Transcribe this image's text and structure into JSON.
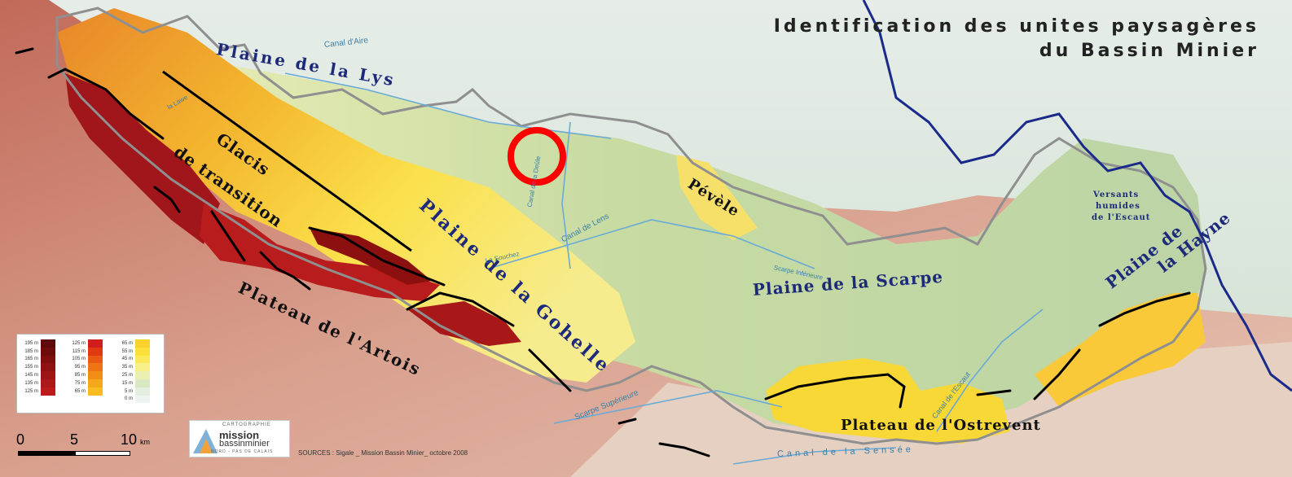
{
  "title": {
    "line1": "Identification des unites paysagères",
    "line2": "du Bassin Minier"
  },
  "units": {
    "plaine_lys": "Plaine de la Lys",
    "glacis_1": "Glacis",
    "glacis_2": "de transition",
    "plaine_gohelle": "Plaine de la Gohelle",
    "pevele": "Pévèle",
    "plateau_artois": "Plateau de l'Artois",
    "plaine_scarpe": "Plaine de la Scarpe",
    "versants_1": "Versants",
    "versants_2": "humides",
    "versants_3": "de l'Escaut",
    "plaine_hayne_1": "Plaine de",
    "plaine_hayne_2": "la Hayne",
    "plateau_ostrevent": "Plateau de l'Ostrevent"
  },
  "waterways": {
    "canal_aire": "Canal d'Aire",
    "la_lawe": "la Lawe",
    "canal_lens": "Canal de Lens",
    "la_souchez": "La Souchez",
    "canal_deule": "Canal de la Deûle",
    "scarpe_inferieure": "Scarpe Inférieure",
    "scarpe_superieure": "Scarpe Supérieure",
    "canal_escaut": "Canal de l'Escaut",
    "canal_sensee": "Canal de la Sensée"
  },
  "legend": {
    "col1": [
      {
        "label": "195 m",
        "color": "#5e0a0a"
      },
      {
        "label": "185 m",
        "color": "#6e0c0c"
      },
      {
        "label": "165 m",
        "color": "#7e0f0f"
      },
      {
        "label": "155 m",
        "color": "#8e1212"
      },
      {
        "label": "145 m",
        "color": "#9d1515"
      },
      {
        "label": "135 m",
        "color": "#ad1818"
      },
      {
        "label": "125 m",
        "color": "#bd1b1b"
      }
    ],
    "col2": [
      {
        "label": "125 m",
        "color": "#d01e1e"
      },
      {
        "label": "115 m",
        "color": "#e03a10"
      },
      {
        "label": "105 m",
        "color": "#e85a12"
      },
      {
        "label": "95 m",
        "color": "#ee7414"
      },
      {
        "label": "85 m",
        "color": "#f28e18"
      },
      {
        "label": "75 m",
        "color": "#f6a81c"
      },
      {
        "label": "65 m",
        "color": "#f9bd22"
      }
    ],
    "col3": [
      {
        "label": "65 m",
        "color": "#fad22c"
      },
      {
        "label": "55 m",
        "color": "#fbe03a"
      },
      {
        "label": "45 m",
        "color": "#fbe95a"
      },
      {
        "label": "35 m",
        "color": "#f8ef88"
      },
      {
        "label": "25 m",
        "color": "#e9efb0"
      },
      {
        "label": "15 m",
        "color": "#d8e8c0"
      },
      {
        "label": "5 m",
        "color": "#e4efe0"
      },
      {
        "label": "0 m",
        "color": "#eef4f0"
      }
    ]
  },
  "scale": {
    "zero": "0",
    "five": "5",
    "ten": "10",
    "unit": "km"
  },
  "logo": {
    "top": "CARTOGRAPHIE",
    "mid1": "mission",
    "mid2": "bassinminier",
    "bottom": "NORD - PAS DE CALAIS"
  },
  "sources": "SOURCES : Sigale _ Mission Bassin Minier_ octobre 2008",
  "colors": {
    "highland": "#c98a78",
    "plain_green": "#c9dba3",
    "northern_plain": "#dfe8e2",
    "border_line": "#1a2a8a",
    "zone_outline": "#8f8f8f",
    "highlight_circle": "#ff0000",
    "label_blue": "#1d2a7a"
  }
}
